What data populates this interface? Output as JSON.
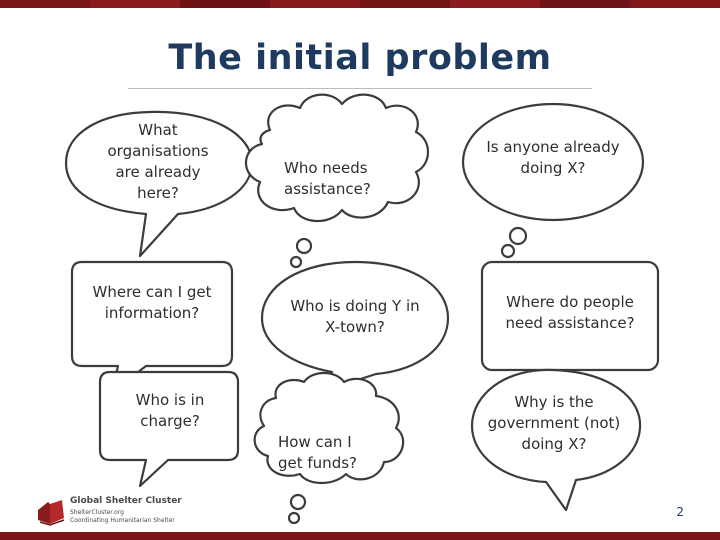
{
  "slide": {
    "title": "The initial problem",
    "page_number": "2",
    "accent_color": "#7a1518",
    "title_color": "#1f3a5f"
  },
  "bubbles": [
    {
      "id": "b1",
      "shape": "speech-oval",
      "text": "What organisations are already here?"
    },
    {
      "id": "b2",
      "shape": "thought-cloud",
      "text": "Who needs assistance?"
    },
    {
      "id": "b3",
      "shape": "thought-oval",
      "text": "Is anyone already doing X?"
    },
    {
      "id": "b4",
      "shape": "speech-rect",
      "text": "Where can I get information?"
    },
    {
      "id": "b5",
      "shape": "speech-oval",
      "text": "Who is doing Y in X-town?"
    },
    {
      "id": "b6",
      "shape": "thought-rect",
      "text": "Where do people need assistance?"
    },
    {
      "id": "b7",
      "shape": "speech-rect",
      "text": "Who is in charge?"
    },
    {
      "id": "b8",
      "shape": "thought-cloud",
      "text": "How can I get funds?"
    },
    {
      "id": "b9",
      "shape": "speech-oval",
      "text": "Why is the government (not) doing X?"
    }
  ],
  "logo": {
    "name": "Global Shelter Cluster",
    "line1": "ShelterCluster.org",
    "line2": "Coordinating Humanitarian Shelter",
    "icon": "house-book-icon"
  }
}
